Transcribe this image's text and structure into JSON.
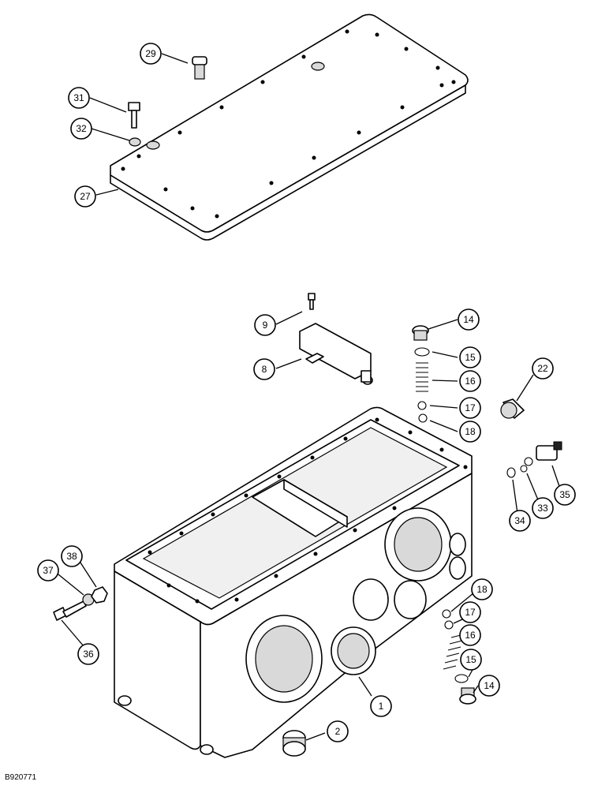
{
  "figure_id": "B920771",
  "callouts": [
    {
      "label": "29"
    },
    {
      "label": "31"
    },
    {
      "label": "32"
    },
    {
      "label": "27"
    },
    {
      "label": "9"
    },
    {
      "label": "8"
    },
    {
      "label": "14"
    },
    {
      "label": "15"
    },
    {
      "label": "16"
    },
    {
      "label": "17"
    },
    {
      "label": "18"
    },
    {
      "label": "22"
    },
    {
      "label": "35"
    },
    {
      "label": "33"
    },
    {
      "label": "34"
    },
    {
      "label": "38"
    },
    {
      "label": "37"
    },
    {
      "label": "36"
    },
    {
      "label": "18"
    },
    {
      "label": "17"
    },
    {
      "label": "16"
    },
    {
      "label": "15"
    },
    {
      "label": "14"
    },
    {
      "label": "1"
    },
    {
      "label": "2"
    }
  ]
}
